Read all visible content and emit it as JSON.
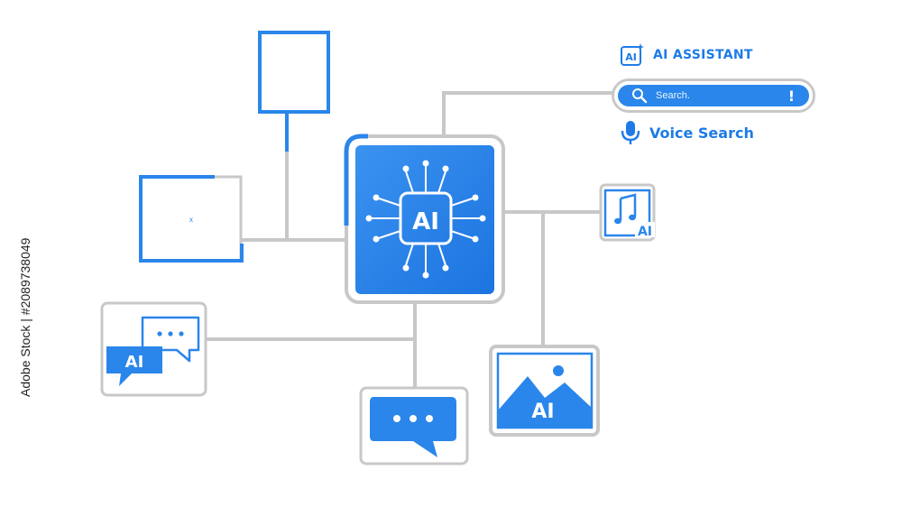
{
  "hub": {
    "label": "AI"
  },
  "assistant": {
    "title": "AI ASSISTANT",
    "icon_label": "AI"
  },
  "search": {
    "placeholder": "Search.",
    "action_glyph": "!"
  },
  "voice": {
    "label": "Voice Search"
  },
  "nodes": {
    "chat_ai": {
      "label": "AI"
    },
    "music_ai": {
      "label": "AI"
    },
    "image_ai": {
      "label": "AI"
    }
  },
  "watermark": {
    "text": "Adobe Stock | #2089738049"
  },
  "colors": {
    "accent": "#2a86ea",
    "accent_dark": "#1e7be6",
    "border": "#c8c8c8",
    "background": "#ffffff"
  },
  "icons": [
    "brain-chip-icon",
    "music-note-icon",
    "image-mountain-icon",
    "chat-bubble-icon",
    "search-icon",
    "microphone-icon"
  ]
}
